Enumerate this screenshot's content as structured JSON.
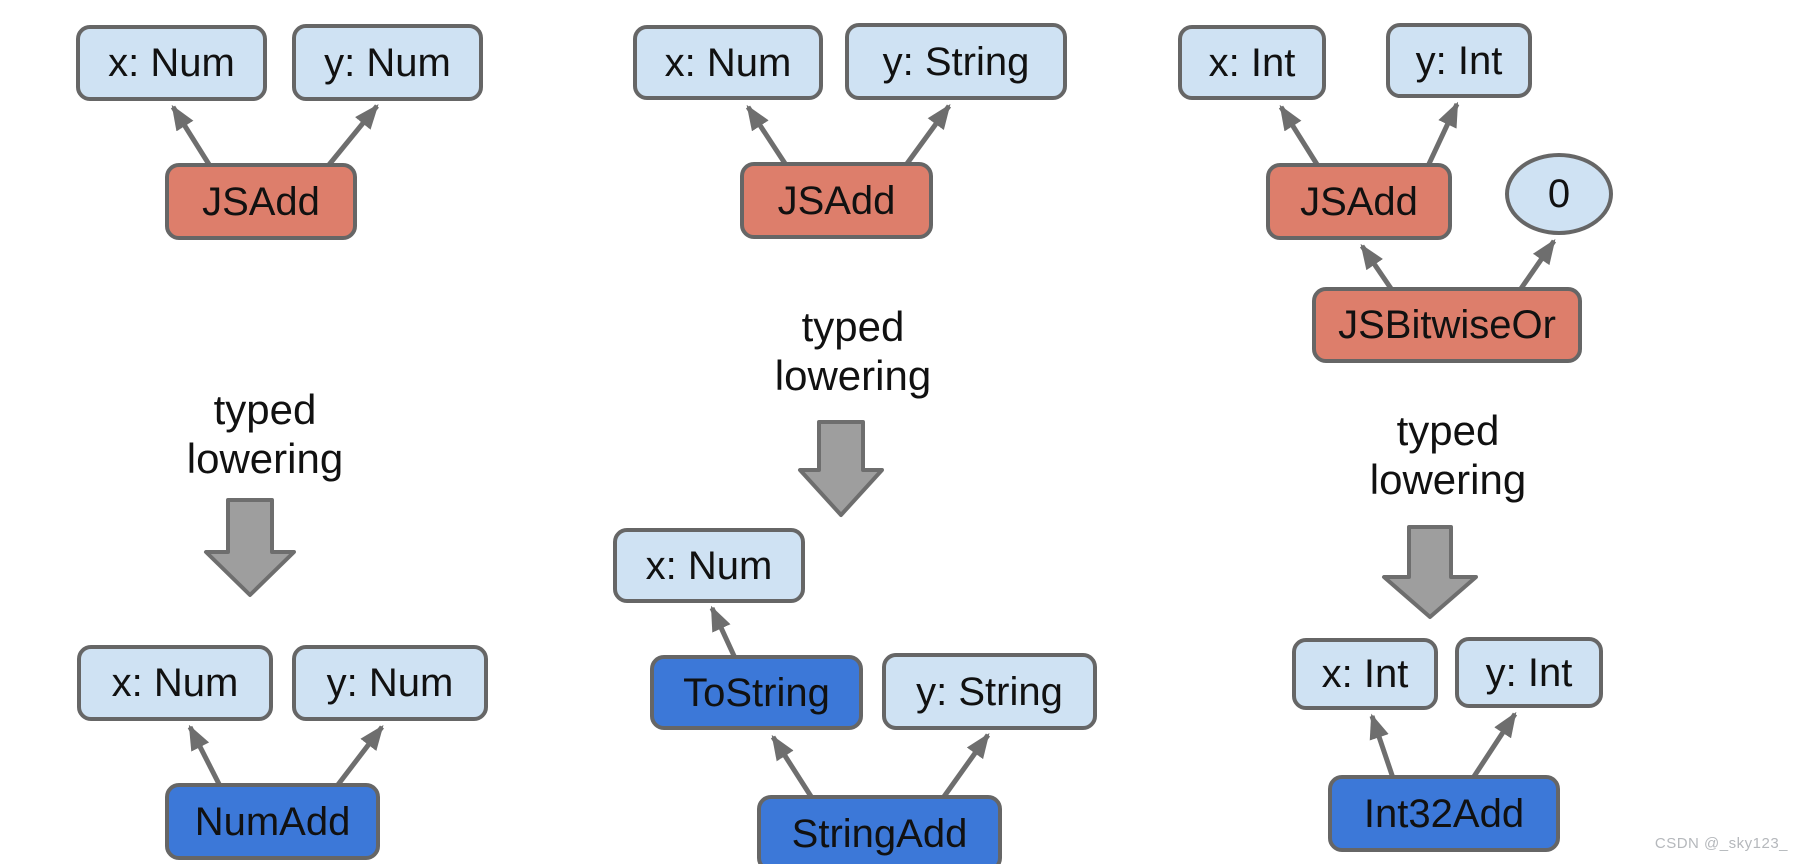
{
  "watermark": "CSDN @_sky123_",
  "lowering_label": {
    "line1": "typed",
    "line2": "lowering"
  },
  "colors": {
    "background": "#ffffff",
    "input_node_fill": "#cfe2f3",
    "js_op_fill": "#dd7e6b",
    "lowered_op_fill": "#3c78d8",
    "node_border": "#666666",
    "arrow": "#6e6e6e",
    "block_arrow_fill": "#9e9e9e",
    "text": "#111111",
    "watermark_color": "#b5b8bc"
  },
  "panels": {
    "left": {
      "before": {
        "x_input": "x: Num",
        "y_input": "y: Num",
        "op": "JSAdd"
      },
      "after": {
        "x_input": "x: Num",
        "y_input": "y: Num",
        "op": "NumAdd"
      }
    },
    "middle": {
      "before": {
        "x_input": "x: Num",
        "y_input": "y: String",
        "op": "JSAdd"
      },
      "after": {
        "x_input": "x: Num",
        "y_input": "y: String",
        "to_string_op": "ToString",
        "op": "StringAdd"
      }
    },
    "right": {
      "before": {
        "x_input": "x: Int",
        "y_input": "y: Int",
        "op": "JSAdd",
        "constant": "0",
        "bitwise_op": "JSBitwiseOr"
      },
      "after": {
        "x_input": "x: Int",
        "y_input": "y: Int",
        "op": "Int32Add"
      }
    }
  }
}
